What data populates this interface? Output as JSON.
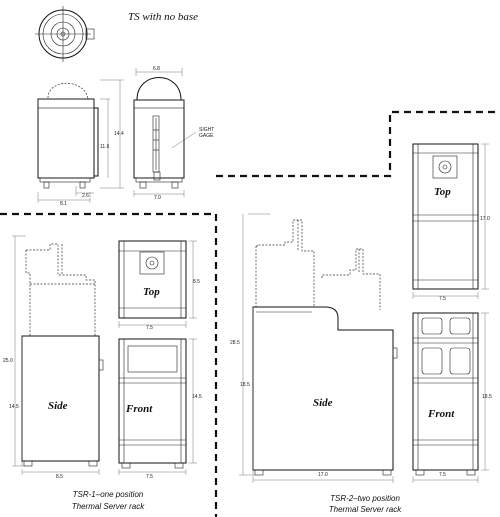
{
  "ts": {
    "title": "TS with no base",
    "dims": {
      "width_top": "6.8",
      "height_total": "14.4",
      "height_body": "11.6",
      "base_width": "8.1",
      "base_offset": "2.6",
      "front_width": "7.0"
    },
    "sight_gage": [
      "SIGHT",
      "GAGE"
    ]
  },
  "tsr1": {
    "labels": {
      "top": "Top",
      "side": "Side",
      "front": "Front"
    },
    "dims": {
      "top_depth": "8.5",
      "top_width": "7.5",
      "overall_height": "25.0",
      "side_height": "14.5",
      "side_width": "8.5",
      "front_height": "14.5",
      "front_width": "7.5"
    },
    "caption": [
      "TSR-1–one position",
      "Thermal Server rack"
    ]
  },
  "tsr2": {
    "labels": {
      "top": "Top",
      "side": "Side",
      "front": "Front"
    },
    "dims": {
      "top_depth": "17.0",
      "top_width": "7.5",
      "overall_height": "28.5",
      "side_height": "18.5",
      "side_width": "17.0",
      "front_height": "18.5",
      "front_width": "7.5"
    },
    "caption": [
      "TSR-2–two position",
      "Thermal Server rack"
    ]
  }
}
